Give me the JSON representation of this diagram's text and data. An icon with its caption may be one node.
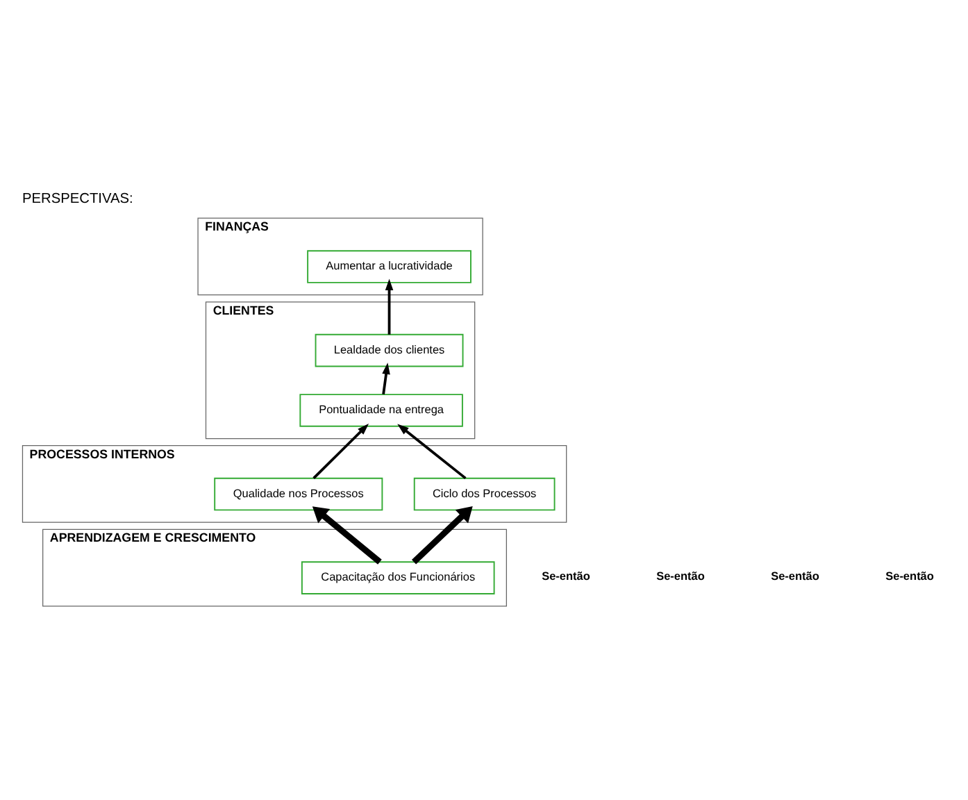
{
  "diagram": {
    "title": "PERSPECTIVAS:",
    "nodes": [
      {
        "text": [
          "FINANÇAS"
        ]
      },
      {
        "text": [
          "Aumentar a lucratividade"
        ],
        "in": 0
      },
      {
        "text": [
          "CLIENTES"
        ]
      },
      {
        "text": [
          "Lealdade dos clientes"
        ],
        "in": 2
      },
      {
        "text": [
          "Pontualidade na entrega"
        ],
        "in": 2
      },
      {
        "text": [
          "PROCESSOS INTERNOS"
        ]
      },
      {
        "text": [
          "Qualidade nos Processos"
        ],
        "in": 5
      },
      {
        "text": [
          "Ciclo dos Processos"
        ],
        "in": 5
      },
      {
        "text": [
          "APRENDIZAGEM E CRESCIMENTO"
        ]
      },
      {
        "text": [
          "Capacitação dos Funcionários"
        ],
        "in": 8
      }
    ],
    "edges": [
      {
        "from": 3,
        "to": 1,
        "arrow": "to"
      },
      {
        "from": 4,
        "to": 3,
        "arrow": "to"
      },
      {
        "from": 6,
        "to": 4,
        "arrow": "to"
      },
      {
        "from": 7,
        "to": 4,
        "arrow": "to"
      },
      {
        "from": 9,
        "to": 6,
        "arrow": "to",
        "style": "thick"
      },
      {
        "from": 9,
        "to": 7,
        "arrow": "to",
        "style": "thick"
      }
    ],
    "labels": [
      "Se-então",
      "Se-então",
      "Se-então",
      "Se-então"
    ]
  }
}
